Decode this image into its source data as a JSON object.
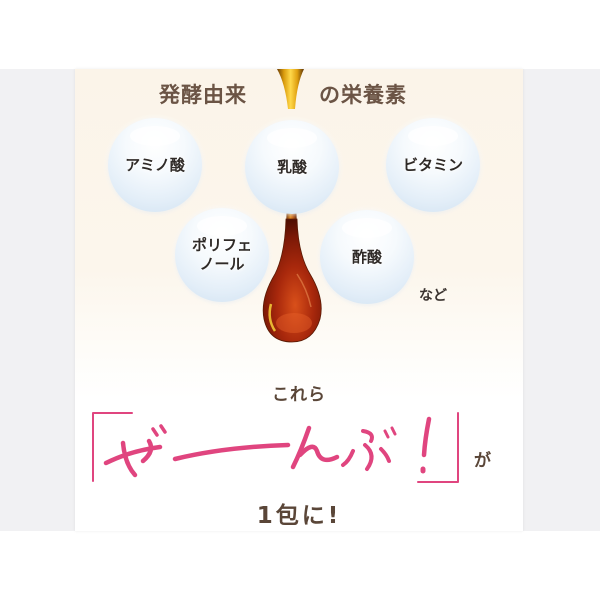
{
  "heading": {
    "left": "発酵由来",
    "right": "の栄養素"
  },
  "nutrients": [
    {
      "label": "アミノ酸"
    },
    {
      "label": "乳酸"
    },
    {
      "label": "ビタミン"
    },
    {
      "label_line1": "ポリフェ",
      "label_line2": "ノール"
    },
    {
      "label": "酢酸"
    }
  ],
  "etc_label": "など",
  "tagline": {
    "lead": "これら",
    "emphasis": "「ざーんぶ!」",
    "particle": "が",
    "closing": "1包に!"
  },
  "colors": {
    "text_brown": "#5a4638",
    "accent_pink": "#e0457f",
    "bubble_blue": "#cfe1f1",
    "card_cream": "#fbf4e9",
    "side_gray": "#f1f1f3"
  },
  "icons": {
    "drop": "liquid-drop-icon"
  }
}
